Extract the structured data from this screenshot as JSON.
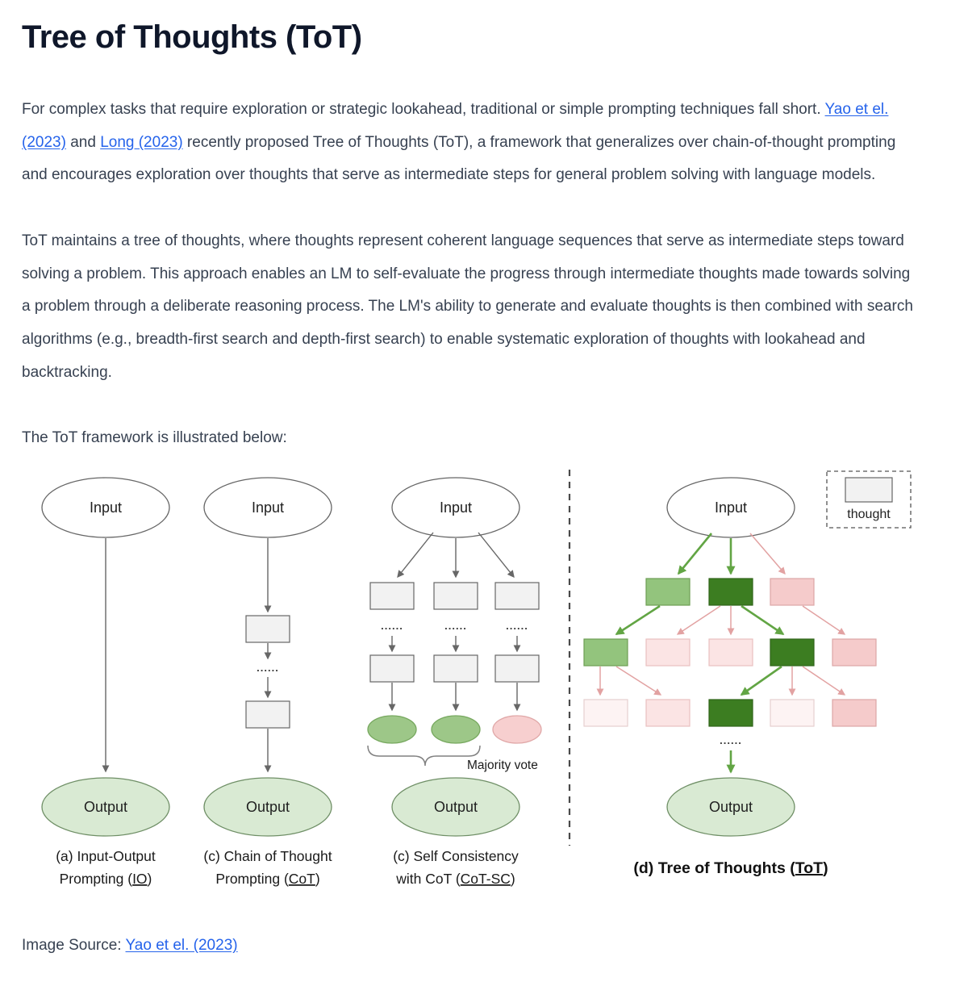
{
  "page": {
    "title": "Tree of Thoughts (ToT)",
    "p1_a": "For complex tasks that require exploration or strategic lookahead, traditional or simple prompting techniques fall short. ",
    "p1_link1": "Yao et el. (2023)",
    "p1_b": " and ",
    "p1_link2": "Long (2023)",
    "p1_c": " recently proposed Tree of Thoughts (ToT), a framework that generalizes over chain-of-thought prompting and encourages exploration over thoughts that serve as intermediate steps for general problem solving with language models.",
    "p2": "ToT maintains a tree of thoughts, where thoughts represent coherent language sequences that serve as intermediate steps toward solving a problem. This approach enables an LM to self-evaluate the progress through intermediate thoughts made towards solving a problem through a deliberate reasoning process. The LM's ability to generate and evaluate thoughts is then combined with search algorithms (e.g., breadth-first search and depth-first search) to enable systematic exploration of thoughts with lookahead and backtracking.",
    "p3": "The ToT framework is illustrated below:",
    "source_prefix": "Image Source: ",
    "source_link": "Yao et el. (2023)"
  },
  "figure": {
    "input_label": "Input",
    "output_label": "Output",
    "thought_label": "thought",
    "majority_vote": "Majority vote",
    "dots": "......",
    "cap_a_line1": "(a) Input-Output",
    "cap_a_line2_pre": "Prompting (",
    "cap_a_line2_u": "IO",
    "cap_a_line2_post": ")",
    "cap_b_line1": "(c) Chain of Thought",
    "cap_b_line2_pre": "Prompting (",
    "cap_b_line2_u": "CoT",
    "cap_b_line2_post": ")",
    "cap_c_line1": "(c) Self Consistency",
    "cap_c_line2_pre": "with CoT (",
    "cap_c_line2_u": "CoT-SC",
    "cap_c_line2_post": ")",
    "cap_d_pre": "(d) Tree of Thoughts (",
    "cap_d_u": "ToT",
    "cap_d_post": ")",
    "colors": {
      "thought_neutral": "#f2f2f2",
      "thought_promising": "#93c47d",
      "thought_selected": "#3c7d21",
      "thought_rejected": "#f5cbcb",
      "output_fill": "#d9ead3",
      "link": "#2563eb"
    }
  }
}
